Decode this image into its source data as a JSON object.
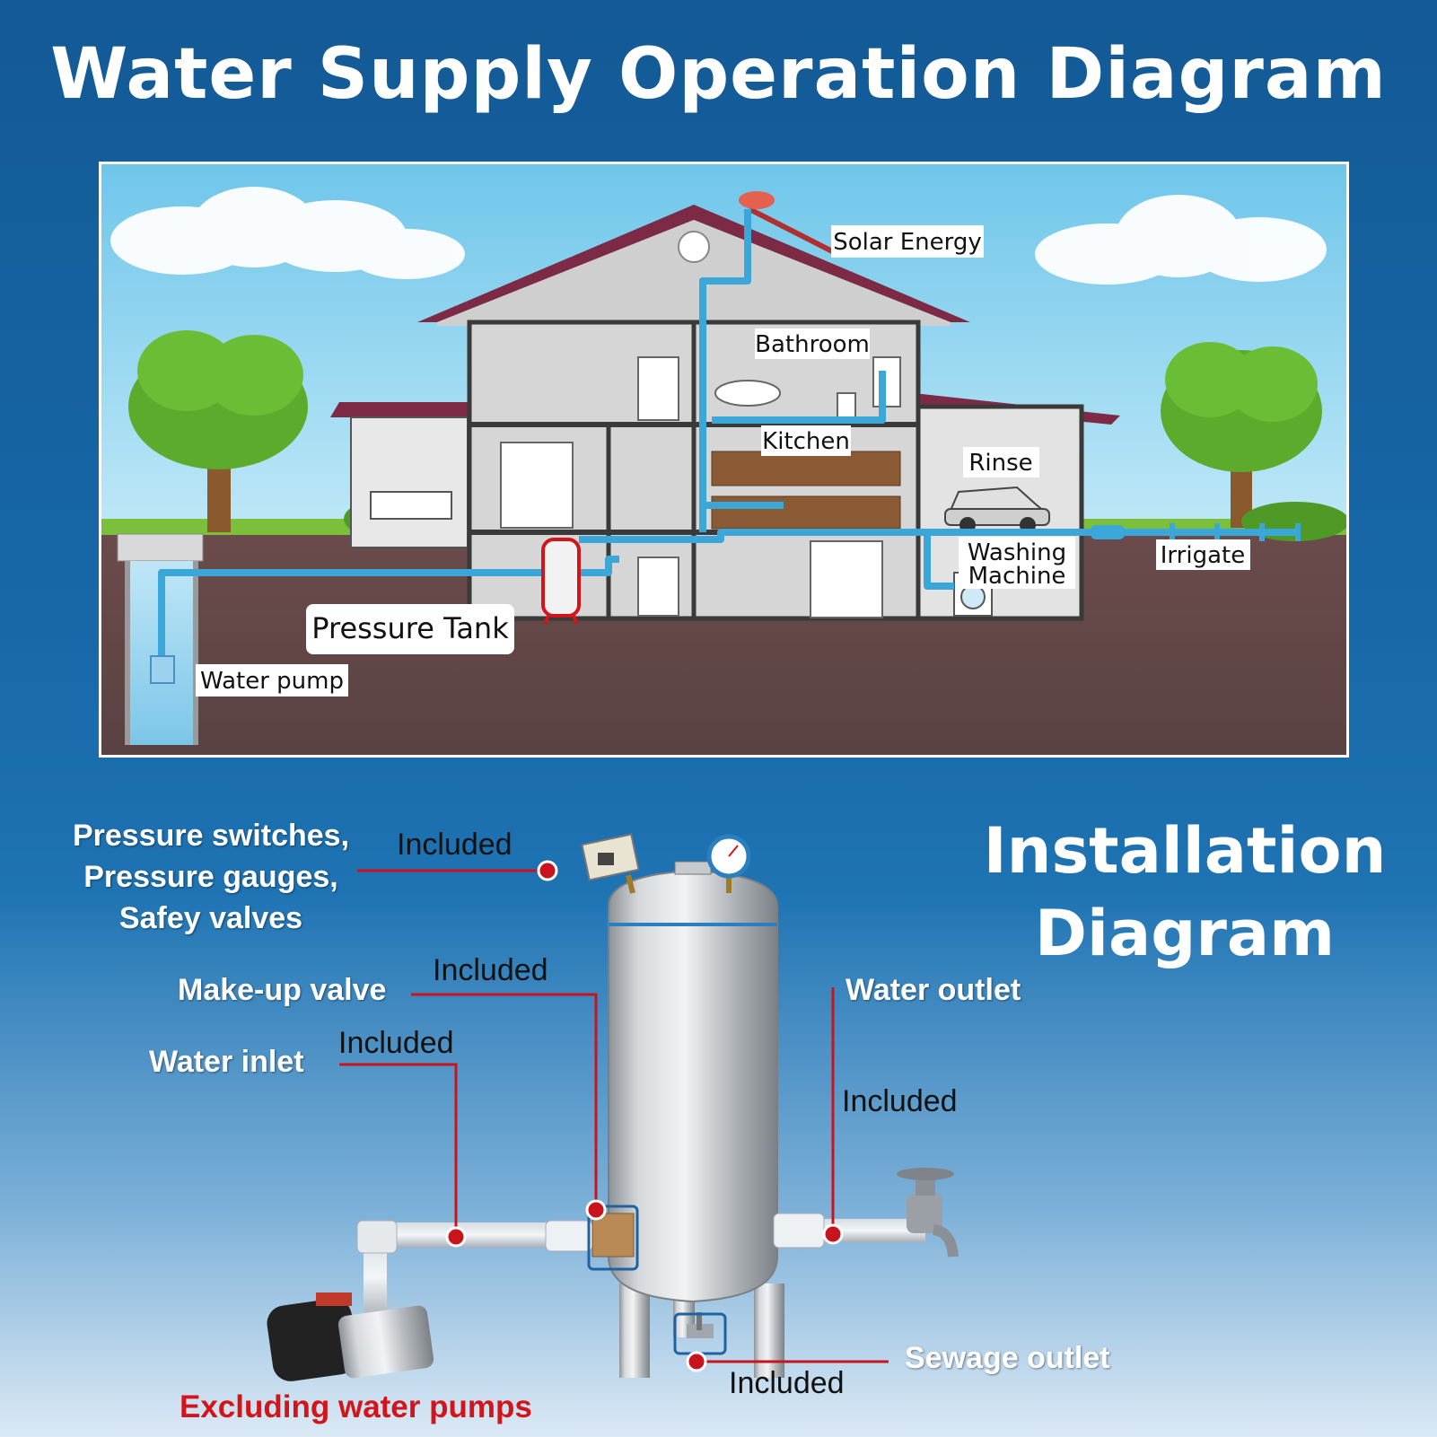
{
  "title": "Water Supply Operation Diagram",
  "house": {
    "labels": {
      "solar": "Solar Energy",
      "bathroom": "Bathroom",
      "kitchen": "Kitchen",
      "rinse": "Rinse",
      "washing_1": "Washing",
      "washing_2": "Machine",
      "irrigate": "Irrigate",
      "pressure_tank": "Pressure Tank",
      "water_pump": "Water pump"
    }
  },
  "install": {
    "title_line1": "Installation",
    "title_line2": "Diagram",
    "callouts": {
      "pressure_line1": "Pressure switches,",
      "pressure_line2": "Pressure gauges,",
      "pressure_line3": "Safey valves",
      "makeup": "Make-up valve",
      "inlet": "Water inlet",
      "outlet": "Water outlet",
      "sewage": "Sewage outlet"
    },
    "included_text": "Included",
    "exclusion": "Excluding water pumps"
  },
  "colors": {
    "callout_line": "#c8141c",
    "pipe": "#3aa7d8",
    "tank_highlight": "#d1151b"
  }
}
